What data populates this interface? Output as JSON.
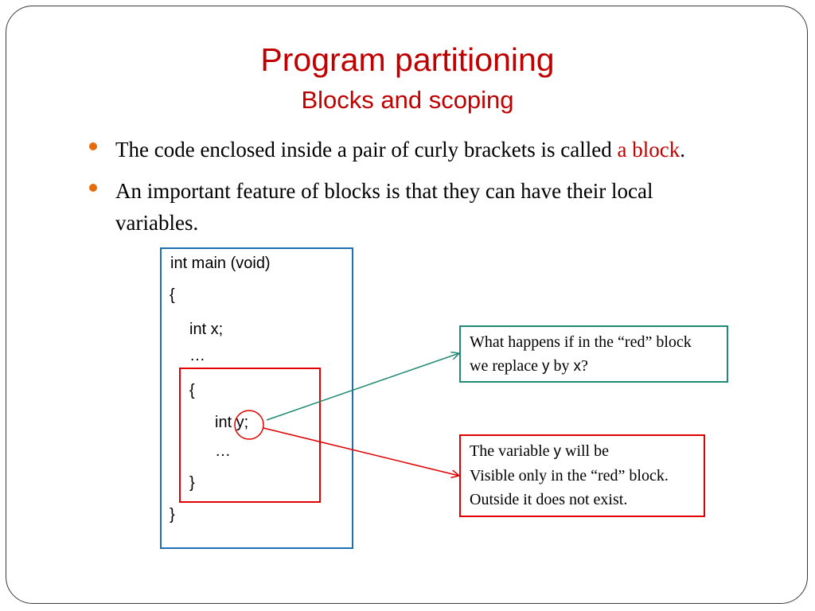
{
  "slide": {
    "title": "Program partitioning",
    "subtitle": "Blocks and scoping",
    "bullets": [
      {
        "text_before": "The code enclosed inside a pair of curly brackets is called ",
        "highlight": "a block",
        "text_after": "."
      },
      {
        "line1": "An important feature of blocks is that they can have their local",
        "line2": "variables."
      }
    ],
    "code": {
      "signature": "int main (void)",
      "open_outer": "{",
      "decl_x": "int x;",
      "ellipsis_outer": "…",
      "open_inner": "{",
      "decl_y": "int y;",
      "ellipsis_inner": "…",
      "close_inner": "}",
      "close_outer": "}"
    },
    "question_note": {
      "line1": "What happens if in the “red” block",
      "line2_before": "we replace ",
      "var_y": "y",
      "line2_mid": " by ",
      "var_x": "x",
      "line2_after": "?"
    },
    "answer_note": {
      "line1_before": "The variable ",
      "var_y": "y",
      "line1_after": " will be",
      "line2": "Visible only in the “red” block.",
      "line3": "Outside it does not exist."
    },
    "colors": {
      "title": "#c00000",
      "bullet_dot": "#e46c0a",
      "outer_block_border": "#1f6fb5",
      "inner_block_border": "#e00000",
      "question_border": "#218a74",
      "answer_border": "#e00000"
    }
  }
}
